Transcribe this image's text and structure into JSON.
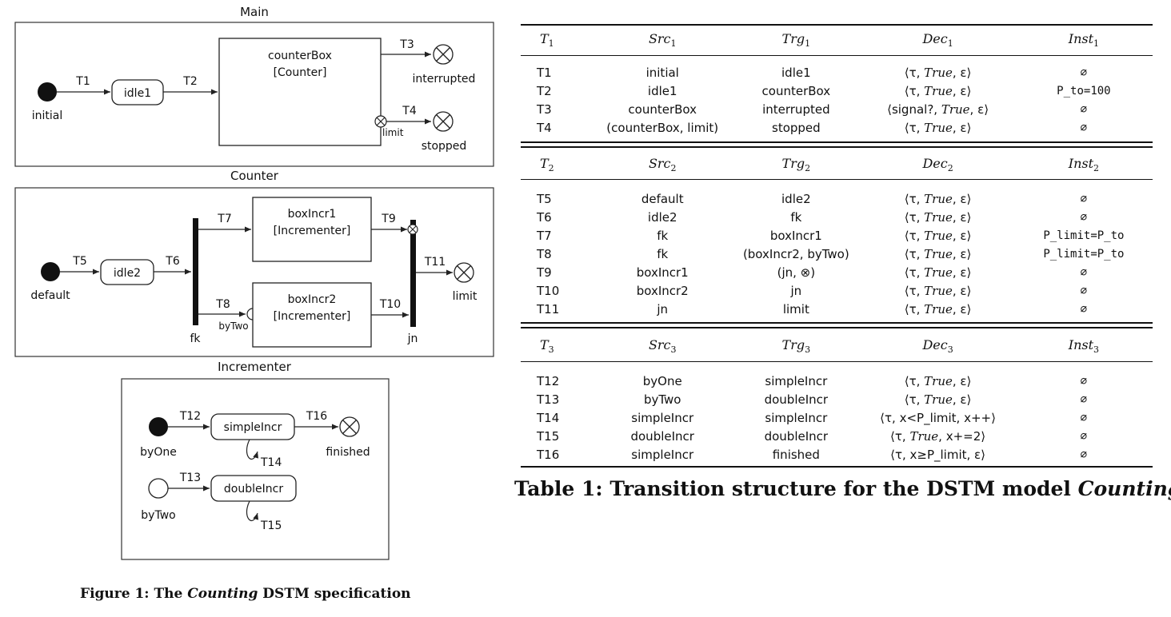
{
  "figure": {
    "main": {
      "title": "Main",
      "initial_label": "initial",
      "idle": "idle1",
      "box_name": "counterBox",
      "box_type": "[Counter]",
      "interrupted_label": "interrupted",
      "stopped_label": "stopped",
      "limit_label": "limit",
      "t1": "T1",
      "t2": "T2",
      "t3": "T3",
      "t4": "T4"
    },
    "counter": {
      "title": "Counter",
      "default_label": "default",
      "idle": "idle2",
      "box1_name": "boxIncr1",
      "box1_type": "[Incrementer]",
      "box2_name": "boxIncr2",
      "box2_type": "[Incrementer]",
      "bytwo_label": "byTwo",
      "fk_label": "fk",
      "jn_label": "jn",
      "limit_label": "limit",
      "t5": "T5",
      "t6": "T6",
      "t7": "T7",
      "t8": "T8",
      "t9": "T9",
      "t10": "T10",
      "t11": "T11"
    },
    "incrementer": {
      "title": "Incrementer",
      "byone_label": "byOne",
      "bytwo_label": "byTwo",
      "simple": "simpleIncr",
      "double": "doubleIncr",
      "finished_label": "finished",
      "t12": "T12",
      "t13": "T13",
      "t14": "T14",
      "t15": "T15",
      "t16": "T16"
    },
    "caption_prefix": "Figure 1: The ",
    "caption_italic": "Counting",
    "caption_suffix": " DSTM specification"
  },
  "table": {
    "sections": [
      {
        "header": {
          "t": "T",
          "src": "Src",
          "trg": "Trg",
          "dec": "Dec",
          "inst": "Inst",
          "sub": "1"
        },
        "rows": [
          {
            "t": "T1",
            "src": "initial",
            "trg": "idle1",
            "dec_pre": "⟨τ, ",
            "dec_cond": "True",
            "dec_post": ", ε⟩",
            "inst": "∅"
          },
          {
            "t": "T2",
            "src": "idle1",
            "trg": "counterBox",
            "dec_pre": "⟨τ, ",
            "dec_cond": "True",
            "dec_post": ", ε⟩",
            "inst": "P_to=100"
          },
          {
            "t": "T3",
            "src": "counterBox",
            "trg": "interrupted",
            "dec_pre": "⟨signal?, ",
            "dec_cond": "True",
            "dec_post": ", ε⟩",
            "inst": "∅"
          },
          {
            "t": "T4",
            "src": "(counterBox, limit)",
            "trg": "stopped",
            "dec_pre": "⟨τ, ",
            "dec_cond": "True",
            "dec_post": ", ε⟩",
            "inst": "∅"
          }
        ]
      },
      {
        "header": {
          "t": "T",
          "src": "Src",
          "trg": "Trg",
          "dec": "Dec",
          "inst": "Inst",
          "sub": "2"
        },
        "rows": [
          {
            "t": "T5",
            "src": "default",
            "trg": "idle2",
            "dec_pre": "⟨τ, ",
            "dec_cond": "True",
            "dec_post": ", ε⟩",
            "inst": "∅"
          },
          {
            "t": "T6",
            "src": "idle2",
            "trg": "fk",
            "dec_pre": "⟨τ, ",
            "dec_cond": "True",
            "dec_post": ", ε⟩",
            "inst": "∅"
          },
          {
            "t": "T7",
            "src": "fk",
            "trg": "boxIncr1",
            "dec_pre": "⟨τ, ",
            "dec_cond": "True",
            "dec_post": ", ε⟩",
            "inst": "P_limit=P_to"
          },
          {
            "t": "T8",
            "src": "fk",
            "trg": "(boxIncr2, byTwo)",
            "dec_pre": "⟨τ, ",
            "dec_cond": "True",
            "dec_post": ", ε⟩",
            "inst": "P_limit=P_to"
          },
          {
            "t": "T9",
            "src": "boxIncr1",
            "trg": "(jn, ⊗)",
            "dec_pre": "⟨τ, ",
            "dec_cond": "True",
            "dec_post": ", ε⟩",
            "inst": "∅"
          },
          {
            "t": "T10",
            "src": "boxIncr2",
            "trg": "jn",
            "dec_pre": "⟨τ, ",
            "dec_cond": "True",
            "dec_post": ", ε⟩",
            "inst": "∅"
          },
          {
            "t": "T11",
            "src": "jn",
            "trg": "limit",
            "dec_pre": "⟨τ, ",
            "dec_cond": "True",
            "dec_post": ", ε⟩",
            "inst": "∅"
          }
        ]
      },
      {
        "header": {
          "t": "T",
          "src": "Src",
          "trg": "Trg",
          "dec": "Dec",
          "inst": "Inst",
          "sub": "3"
        },
        "rows": [
          {
            "t": "T12",
            "src": "byOne",
            "trg": "simpleIncr",
            "dec_pre": "⟨τ, ",
            "dec_cond": "True",
            "dec_post": ", ε⟩",
            "inst": "∅"
          },
          {
            "t": "T13",
            "src": "byTwo",
            "trg": "doubleIncr",
            "dec_pre": "⟨τ, ",
            "dec_cond": "True",
            "dec_post": ", ε⟩",
            "inst": "∅"
          },
          {
            "t": "T14",
            "src": "simpleIncr",
            "trg": "simpleIncr",
            "dec_pre": "⟨τ, x<P_limit, x++⟩",
            "dec_cond": "",
            "dec_post": "",
            "inst": "∅"
          },
          {
            "t": "T15",
            "src": "doubleIncr",
            "trg": "doubleIncr",
            "dec_pre": "⟨τ, ",
            "dec_cond": "True",
            "dec_post": ", x+=2⟩",
            "inst": "∅"
          },
          {
            "t": "T16",
            "src": "simpleIncr",
            "trg": "finished",
            "dec_pre": "⟨τ, x≥P_limit, ε⟩",
            "dec_cond": "",
            "dec_post": "",
            "inst": "∅"
          }
        ]
      }
    ],
    "caption_prefix": "Table 1: Transition structure for the DSTM model ",
    "caption_italic": "Counting"
  }
}
